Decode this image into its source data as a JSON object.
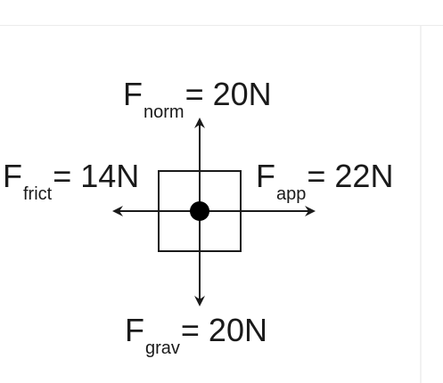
{
  "forces": {
    "normal": {
      "symbol": "F",
      "subscript": "norm",
      "value": "= 20N"
    },
    "friction": {
      "symbol": "F",
      "subscript": "frict",
      "value": "= 14N"
    },
    "applied": {
      "symbol": "F",
      "subscript": "app",
      "value": "= 22N"
    },
    "gravity": {
      "symbol": "F",
      "subscript": "grav",
      "value": "= 20N"
    }
  },
  "colors": {
    "ink": "#1a1a1a",
    "background": "#ffffff"
  }
}
